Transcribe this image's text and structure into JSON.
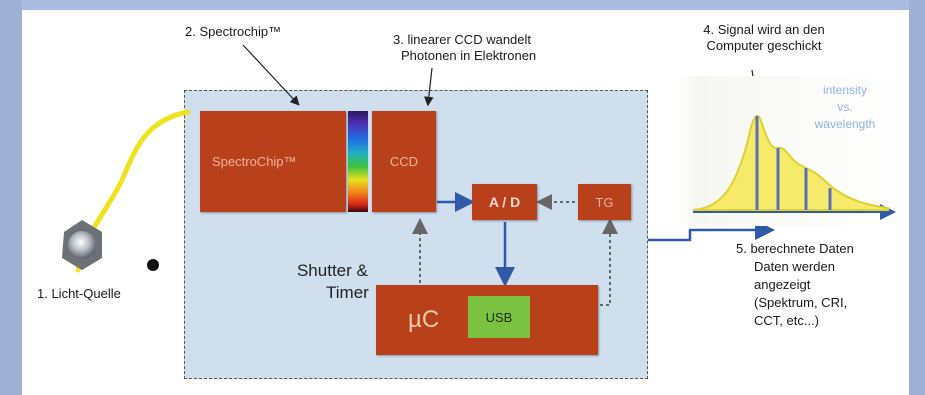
{
  "labels": {
    "step1": "1. Licht-Quelle",
    "step2": "2. Spectrochip™",
    "step3_line1": "3. linearer CCD wandelt",
    "step3_line2": "Photonen in Elektronen",
    "step4_line1": "4. Signal wird an den",
    "step4_line2": "Computer geschickt",
    "step5_line1": "5. berechnete Daten",
    "step5_line2": "Daten werden",
    "step5_line3": "angezeigt",
    "step5_line4": "(Spektrum, CRI,",
    "step5_line5": "CCT, etc...)"
  },
  "blocks": {
    "spectrochip": "SpectroChip™",
    "ccd": "CCD",
    "ad": "A / D",
    "tg": "TG",
    "uc": "µC",
    "usb": "USB",
    "shutter_line1": "Shutter &",
    "shutter_line2": "Timer"
  },
  "graph": {
    "title_line1": "intensity",
    "title_line2": "vs.",
    "title_line3": "wavelength"
  },
  "colors": {
    "block": "#b8401a",
    "usb": "#7cc241",
    "system_area": "#cfdfee",
    "arrow": "#2e5aa8",
    "light_path": "#f0e21c"
  }
}
